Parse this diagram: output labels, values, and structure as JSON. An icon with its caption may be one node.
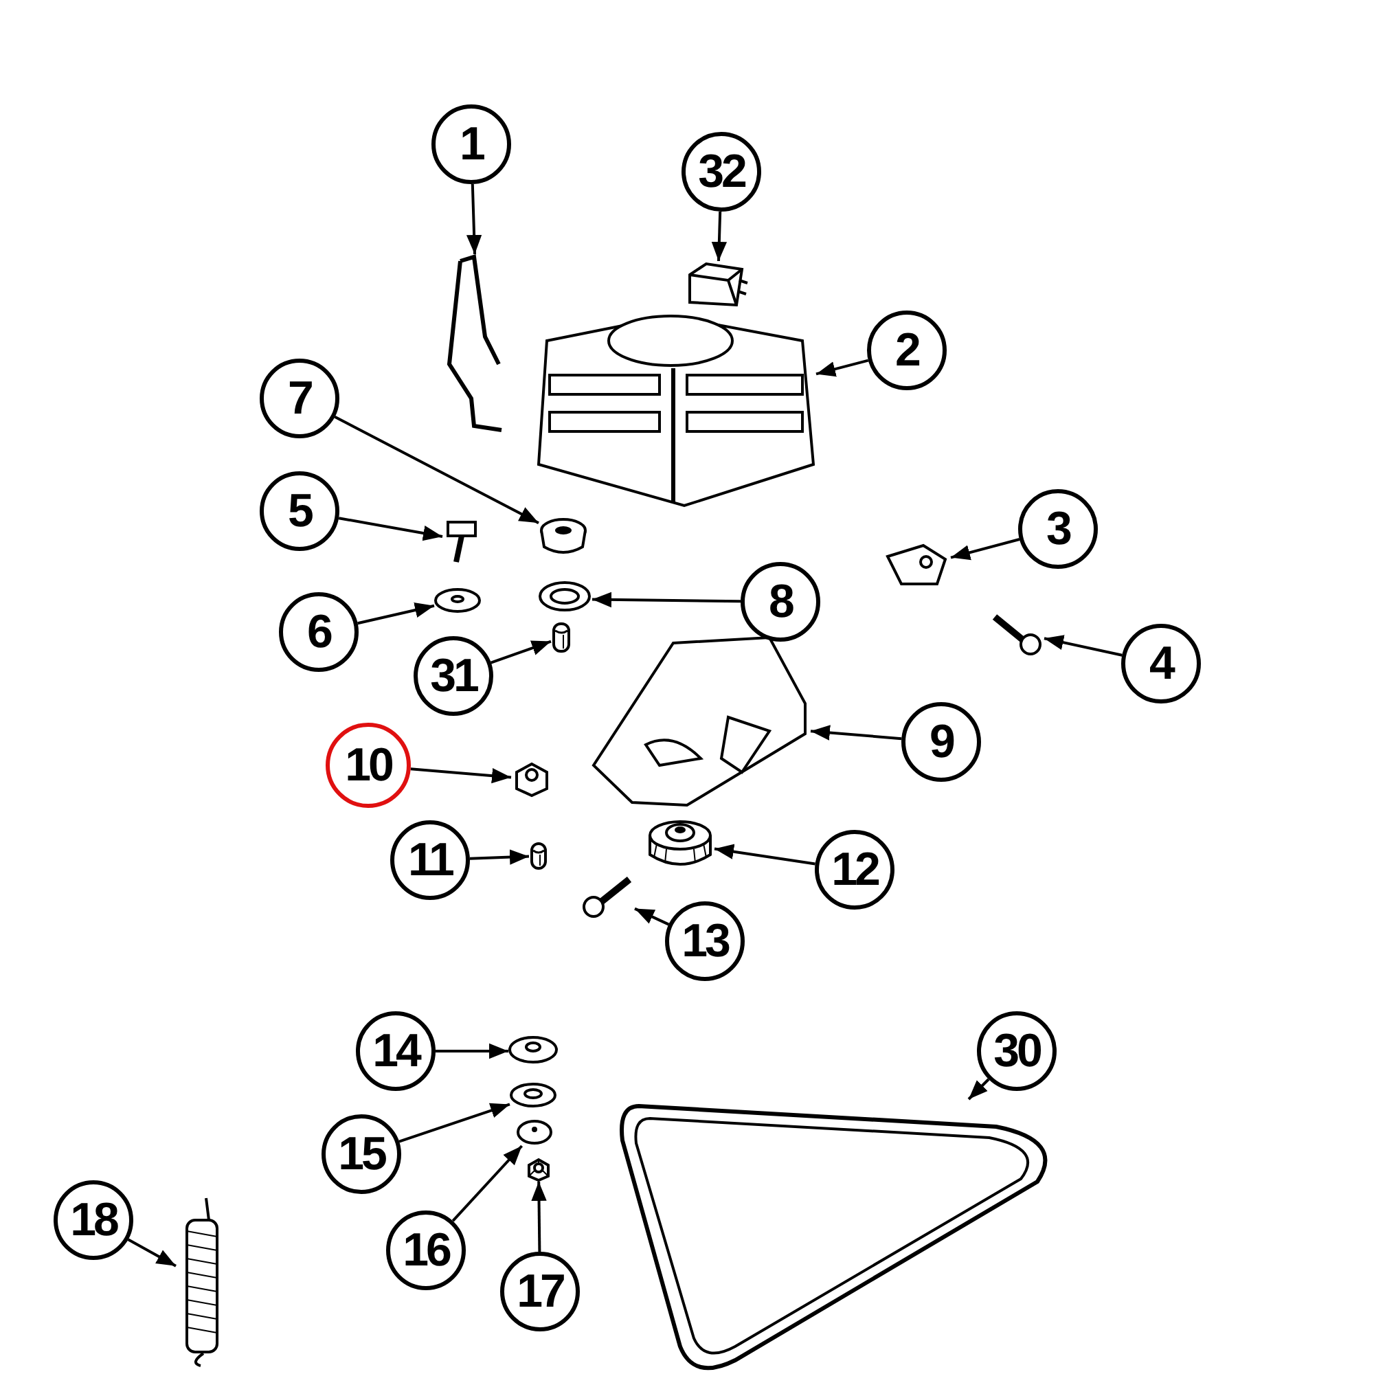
{
  "diagram": {
    "nodes": [
      {
        "text": [
          "1"
        ]
      },
      {
        "text": [
          "32"
        ]
      },
      {
        "text": [
          "2"
        ]
      },
      {
        "text": [
          "7"
        ]
      },
      {
        "text": [
          "5"
        ]
      },
      {
        "text": [
          "3"
        ]
      },
      {
        "text": [
          "8"
        ]
      },
      {
        "text": [
          "6"
        ]
      },
      {
        "text": [
          "4"
        ]
      },
      {
        "text": [
          "31"
        ]
      },
      {
        "text": [
          "9"
        ]
      },
      {
        "text": [
          "10"
        ]
      },
      {
        "text": [
          "11"
        ]
      },
      {
        "text": [
          "12"
        ]
      },
      {
        "text": [
          "13"
        ]
      },
      {
        "text": [
          "14"
        ]
      },
      {
        "text": [
          "30"
        ]
      },
      {
        "text": [
          "15"
        ]
      },
      {
        "text": [
          "18"
        ]
      },
      {
        "text": [
          "16"
        ]
      },
      {
        "text": [
          "17"
        ]
      },
      {
        "text": [],
        "shape": "picture"
      },
      {
        "text": [],
        "shape": "picture"
      },
      {
        "text": [],
        "shape": "picture"
      },
      {
        "text": [],
        "shape": "picture"
      },
      {
        "text": [],
        "shape": "picture"
      },
      {
        "text": [],
        "shape": "picture"
      },
      {
        "text": [],
        "shape": "picture"
      },
      {
        "text": [],
        "shape": "picture"
      },
      {
        "text": [],
        "shape": "picture"
      },
      {
        "text": [],
        "shape": "picture"
      },
      {
        "text": [],
        "shape": "picture"
      },
      {
        "text": [],
        "shape": "picture"
      },
      {
        "text": [],
        "shape": "picture"
      },
      {
        "text": [],
        "shape": "picture"
      },
      {
        "text": [],
        "shape": "picture"
      },
      {
        "text": [],
        "shape": "picture"
      },
      {
        "text": [],
        "shape": "picture"
      },
      {
        "text": [],
        "shape": "picture"
      },
      {
        "text": [],
        "shape": "picture"
      },
      {
        "text": [],
        "shape": "picture"
      },
      {
        "text": [],
        "shape": "picture"
      }
    ],
    "edges": [
      {
        "from": 0,
        "to": 21,
        "arrow": "to"
      },
      {
        "from": 1,
        "to": 22,
        "arrow": "to"
      },
      {
        "from": 2,
        "to": 23,
        "arrow": "to"
      },
      {
        "from": 3,
        "to": 24,
        "arrow": "to"
      },
      {
        "from": 4,
        "to": 25,
        "arrow": "to"
      },
      {
        "from": 5,
        "to": 26,
        "arrow": "to"
      },
      {
        "from": 6,
        "to": 27,
        "arrow": "to"
      },
      {
        "from": 7,
        "to": 28,
        "arrow": "to"
      },
      {
        "from": 8,
        "to": 29,
        "arrow": "to"
      },
      {
        "from": 9,
        "to": 30,
        "arrow": "to"
      },
      {
        "from": 10,
        "to": 31,
        "arrow": "to"
      },
      {
        "from": 11,
        "to": 32,
        "arrow": "to"
      },
      {
        "from": 12,
        "to": 33,
        "arrow": "to"
      },
      {
        "from": 13,
        "to": 34,
        "arrow": "to"
      },
      {
        "from": 14,
        "to": 35,
        "arrow": "to"
      },
      {
        "from": 15,
        "to": 36,
        "arrow": "to"
      },
      {
        "from": 16,
        "to": 37,
        "arrow": "to"
      },
      {
        "from": 17,
        "to": 38,
        "arrow": "to"
      },
      {
        "from": 18,
        "to": 39,
        "arrow": "to"
      },
      {
        "from": 19,
        "to": 40,
        "arrow": "to"
      },
      {
        "from": 20,
        "to": 41,
        "arrow": "to"
      }
    ]
  }
}
